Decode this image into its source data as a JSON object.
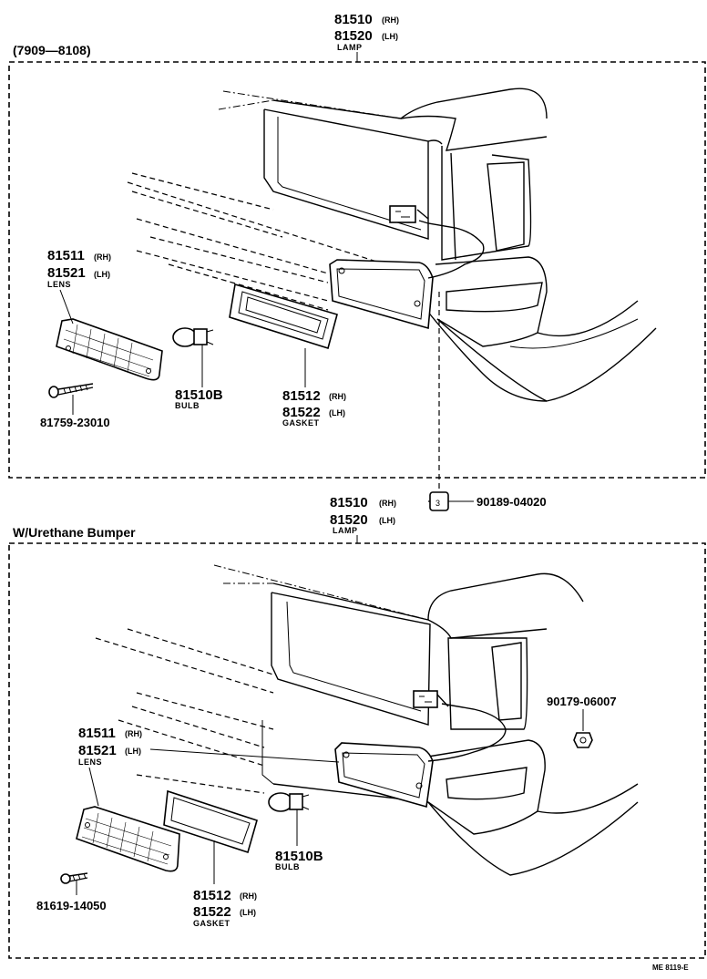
{
  "sections": [
    {
      "title": "(7909—8108)",
      "lamp": {
        "rh": "81510",
        "rh_tag": "(RH)",
        "lh": "81520",
        "lh_tag": "(LH)",
        "caption": "LAMP"
      },
      "lens": {
        "rh": "81511",
        "rh_tag": "(RH)",
        "lh": "81521",
        "lh_tag": "(LH)",
        "caption": "LENS"
      },
      "bulb": {
        "num": "81510B",
        "caption": "BULB"
      },
      "gasket": {
        "rh": "81512",
        "rh_tag": "(RH)",
        "lh": "81522",
        "lh_tag": "(LH)",
        "caption": "GASKET"
      },
      "screw": "81759-23010"
    },
    {
      "title": "W/Urethane Bumper",
      "lamp": {
        "rh": "81510",
        "rh_tag": "(RH)",
        "lh": "81520",
        "lh_tag": "(LH)",
        "caption": "LAMP"
      },
      "lens": {
        "rh": "81511",
        "rh_tag": "(RH)",
        "lh": "81521",
        "lh_tag": "(LH)",
        "caption": "LENS"
      },
      "bulb": {
        "num": "81510B",
        "caption": "BULB"
      },
      "gasket": {
        "rh": "81512",
        "rh_tag": "(RH)",
        "lh": "81522",
        "lh_tag": "(LH)",
        "caption": "GASKET"
      },
      "screw": "81619-14050",
      "nut": "90179-06007"
    }
  ],
  "shared_nut": "90189-04020",
  "footer_code": "ME  8119-E"
}
